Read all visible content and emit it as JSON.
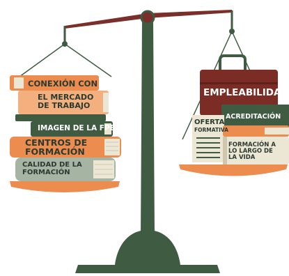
{
  "colors": {
    "scale_green": "#3f5b42",
    "beam_red": "#7a2f2a",
    "orange": "#ec8c4f",
    "light_orange": "#f3b07e",
    "briefcase_red": "#7b2d25",
    "paper": "#ece7d4",
    "text_dark": "#2b3a30"
  },
  "left_pan": {
    "books": [
      {
        "label": "CONEXIÓN CON"
      },
      {
        "label": "EL MERCADO DE TRABAJO"
      },
      {
        "label": "IMAGEN DE LA FPE"
      },
      {
        "label": "CENTROS DE FORMACIÓN"
      },
      {
        "label": "CALIDAD DE LA FORMACIÓN"
      }
    ]
  },
  "right_pan": {
    "briefcase": {
      "label": "EMPLEABILIDAD"
    },
    "items": [
      {
        "label": "ACREDITACIÓN"
      },
      {
        "label": "OFERTA"
      },
      {
        "label": "FORMATIVA"
      },
      {
        "label": "FORMACIÓN A LO LARGO DE LA VIDA"
      }
    ]
  },
  "icons": [
    "balance-scale-icon",
    "briefcase-icon",
    "book-stack-icon"
  ]
}
